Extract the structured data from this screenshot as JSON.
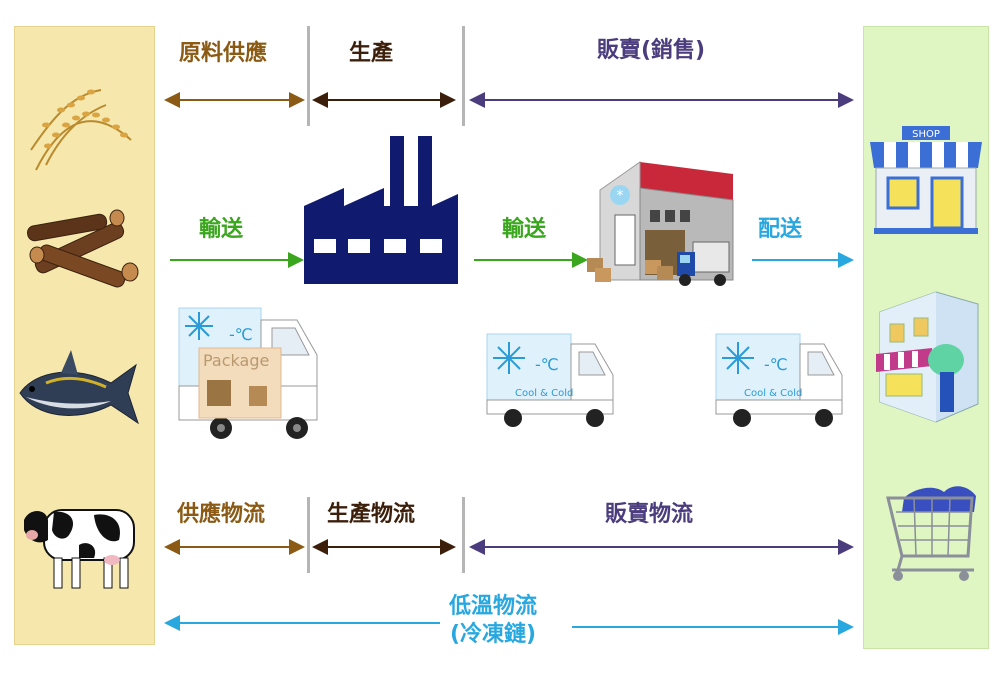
{
  "colors": {
    "supply": "#8b5a14",
    "production": "#3b1f0b",
    "sales": "#4b3d7d",
    "transport": "#3aa61d",
    "cold": "#29a8e0",
    "factory": "#101a6e",
    "left_panel": "#f6e8ad",
    "right_panel": "#dff5c2"
  },
  "top": {
    "supply_label": "原料供應",
    "production_label": "生產",
    "sales_label": "販賣(銷售)"
  },
  "middle": {
    "transport1_label": "輸送",
    "transport2_label": "輸送",
    "delivery_label": "配送"
  },
  "bottom": {
    "supply_logistics_label": "供應物流",
    "production_logistics_label": "生產物流",
    "sales_logistics_label": "販賣物流"
  },
  "cold_chain": {
    "line1": "低溫物流",
    "line2": "(冷凍鏈)"
  },
  "trucks": {
    "package_label": "Package",
    "temp_label": "-℃",
    "cool_label": "Cool & Cold"
  },
  "shop_sign": "SHOP",
  "icons": [
    "rice-icon",
    "wood-icon",
    "fish-icon",
    "cow-icon",
    "factory-icon",
    "warehouse-icon",
    "truck-icon",
    "shop-icon",
    "store-icon",
    "cart-icon"
  ]
}
